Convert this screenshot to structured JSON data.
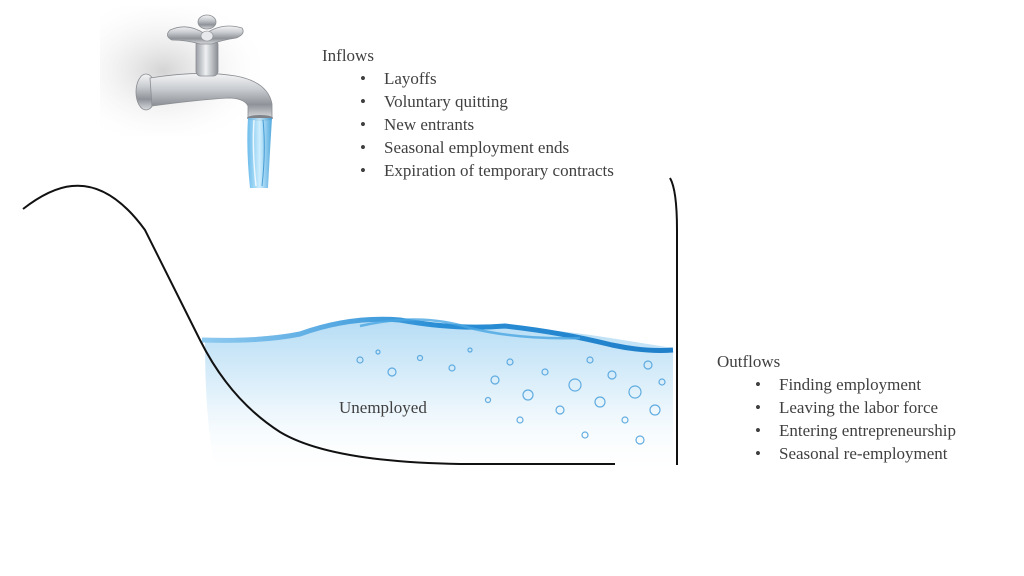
{
  "inflows": {
    "title": "Inflows",
    "items": [
      {
        "label": "Layoffs"
      },
      {
        "label": "Voluntary quitting"
      },
      {
        "label": "New entrants"
      },
      {
        "label": "Seasonal employment ends"
      },
      {
        "label": "Expiration of  temporary contracts"
      }
    ]
  },
  "outflows": {
    "title": "Outflows",
    "items": [
      {
        "label": "Finding employment"
      },
      {
        "label": "Leaving the labor force"
      },
      {
        "label": "Entering entrepreneurship"
      },
      {
        "label": "Seasonal re-employment"
      }
    ]
  },
  "pool": {
    "label": "Unemployed"
  },
  "bullet_char": "•",
  "colors": {
    "text": "#404040",
    "outline": "#111111",
    "water_surface": "#2a8fd6",
    "water_body": "#cfe8f8",
    "tap_metal": "#b9bdc2"
  },
  "icons": {
    "tap": "faucet-icon",
    "water": "water-pool-icon"
  }
}
